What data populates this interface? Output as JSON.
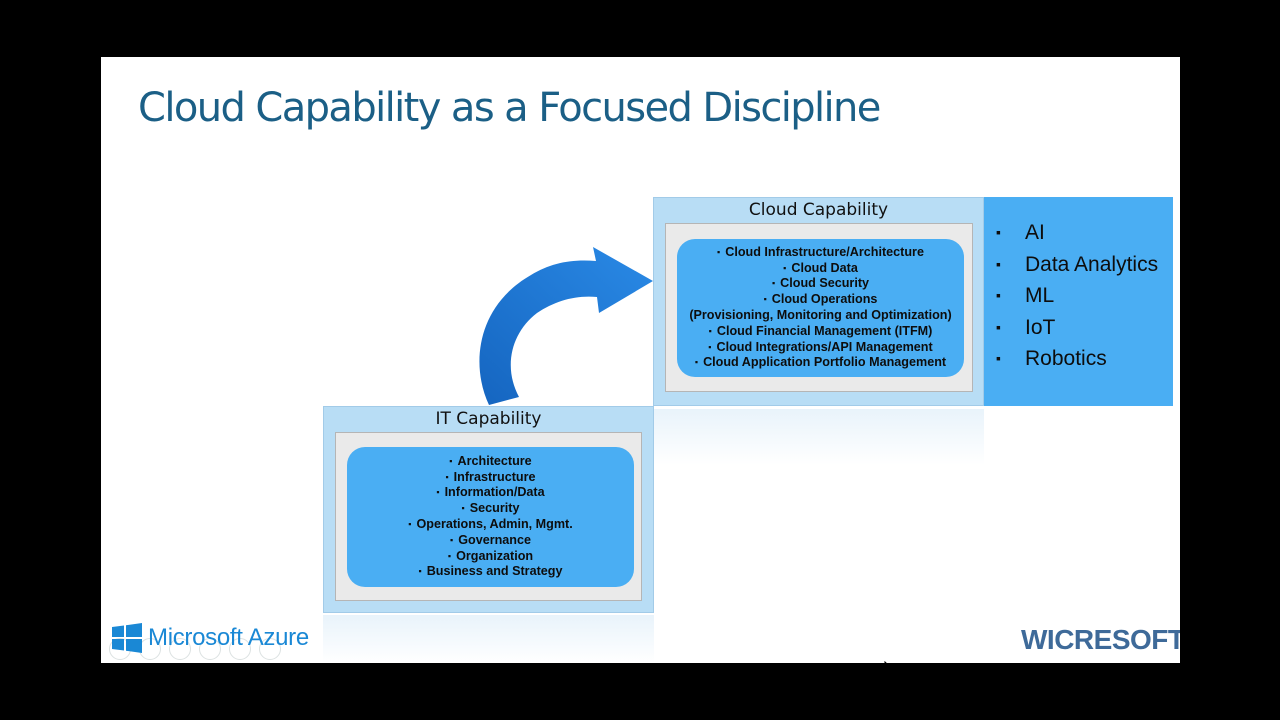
{
  "slide": {
    "title": "Cloud Capability as a Focused Discipline"
  },
  "it_capability": {
    "heading": "IT Capability",
    "items": [
      "Architecture",
      "Infrastructure",
      "Information/Data",
      "Security",
      "Operations, Admin, Mgmt.",
      "Governance",
      "Organization",
      "Business and Strategy"
    ]
  },
  "cloud_capability": {
    "heading": "Cloud Capability",
    "items": [
      "Cloud Infrastructure/Architecture",
      "Cloud Data",
      "Cloud Security",
      "Cloud Operations",
      "(Provisioning, Monitoring and Optimization)",
      "Cloud Financial Management (ITFM)",
      "Cloud Integrations/API Management",
      "Cloud Application Portfolio Management"
    ]
  },
  "emerging": {
    "items": [
      "AI",
      "Data Analytics",
      "ML",
      "IoT",
      "Robotics"
    ]
  },
  "branding": {
    "left_logo": "Microsoft Azure",
    "right_logo": "WICRESOFT"
  },
  "icons": {
    "arrow": "curved-arrow-icon",
    "windows": "windows-logo-icon",
    "cursor": "mouse-cursor-icon"
  },
  "colors": {
    "title": "#1b5f86",
    "frame": "#b8ddf5",
    "inner_box": "#4aaef3",
    "arrow": "#1a76d2",
    "azure_blue": "#1a88d5",
    "wicresoft": "#3e6a99"
  }
}
